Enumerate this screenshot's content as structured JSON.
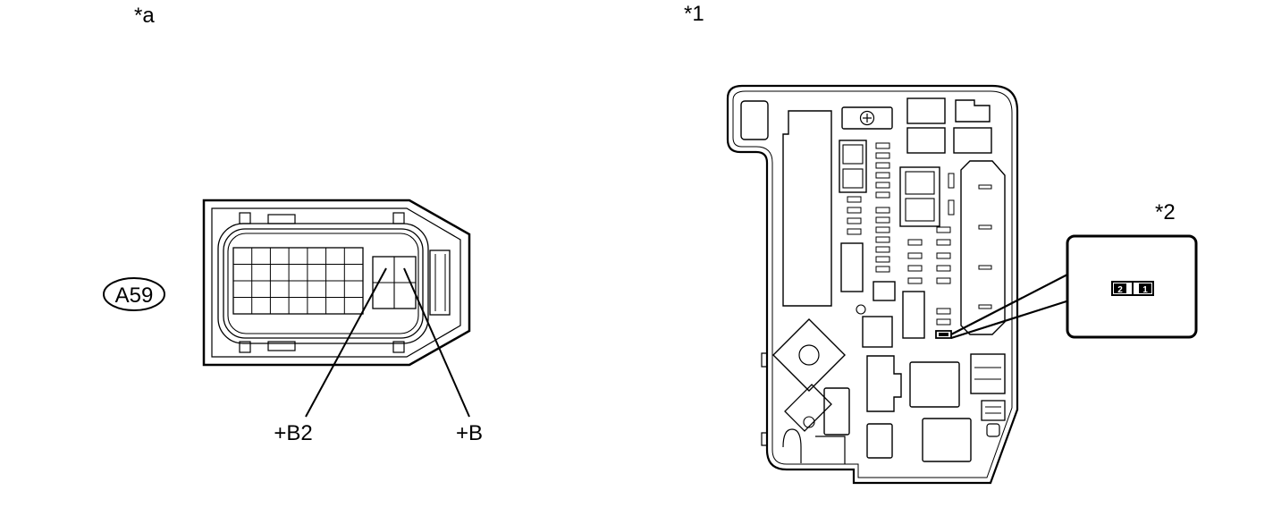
{
  "labels": {
    "view_a": "*a",
    "callout_1": "*1",
    "callout_2": "*2",
    "connector_id": "A59",
    "pin_b2": "+B2",
    "pin_b": "+B",
    "fuse_terminal_2": "2",
    "fuse_terminal_1": "1"
  }
}
